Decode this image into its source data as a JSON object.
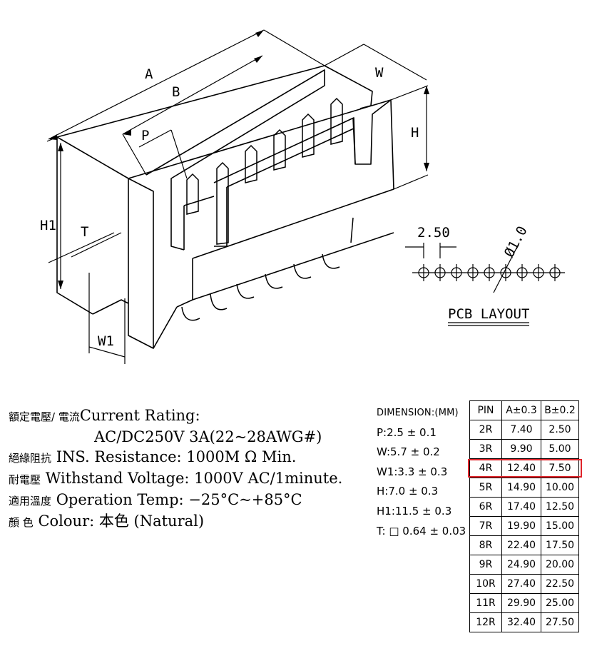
{
  "drawing": {
    "dim_labels": {
      "A": "A",
      "B": "B",
      "P": "P",
      "W": "W",
      "H": "H",
      "H1": "H1",
      "T": "T",
      "W1": "W1"
    },
    "pcb": {
      "pitch": "2.50",
      "hole": "Ø1.0",
      "title": "PCB LAYOUT"
    }
  },
  "specs": {
    "rating_cn": "額定電壓/ 電流",
    "rating_en": "Current  Rating:",
    "rating_value": "AC/DC250V  3A(22~28AWG#)",
    "resistance_cn": "絕緣阻抗",
    "resistance_en": "INS. Resistance: 1000M Ω Min.",
    "withstand_cn": "耐電壓",
    "withstand_en": "Withstand  Voltage:  1000V  AC/1minute.",
    "temp_cn": "適用溫度",
    "temp_en": "Operation  Temp: −25°C~+85°C",
    "colour_cn": "顏     色",
    "colour_en": "Colour: 本色 (Natural)"
  },
  "dimensions": {
    "header": "DIMENSION:(MM)",
    "items": [
      "P:2.5 ± 0.1",
      "W:5.7 ± 0.2",
      "W1:3.3 ± 0.3",
      "H:7.0 ± 0.3",
      "H1:11.5 ± 0.3",
      "T: □ 0.64 ± 0.03"
    ]
  },
  "pin_table": {
    "headers": [
      "PIN",
      "A±0.3",
      "B±0.2"
    ],
    "rows": [
      [
        "2R",
        "7.40",
        "2.50"
      ],
      [
        "3R",
        "9.90",
        "5.00"
      ],
      [
        "4R",
        "12.40",
        "7.50"
      ],
      [
        "5R",
        "14.90",
        "10.00"
      ],
      [
        "6R",
        "17.40",
        "12.50"
      ],
      [
        "7R",
        "19.90",
        "15.00"
      ],
      [
        "8R",
        "22.40",
        "17.50"
      ],
      [
        "9R",
        "24.90",
        "20.00"
      ],
      [
        "10R",
        "27.40",
        "22.50"
      ],
      [
        "11R",
        "29.90",
        "25.00"
      ],
      [
        "12R",
        "32.40",
        "27.50"
      ]
    ],
    "highlight_row": 2,
    "highlight_color": "#e0242a"
  }
}
